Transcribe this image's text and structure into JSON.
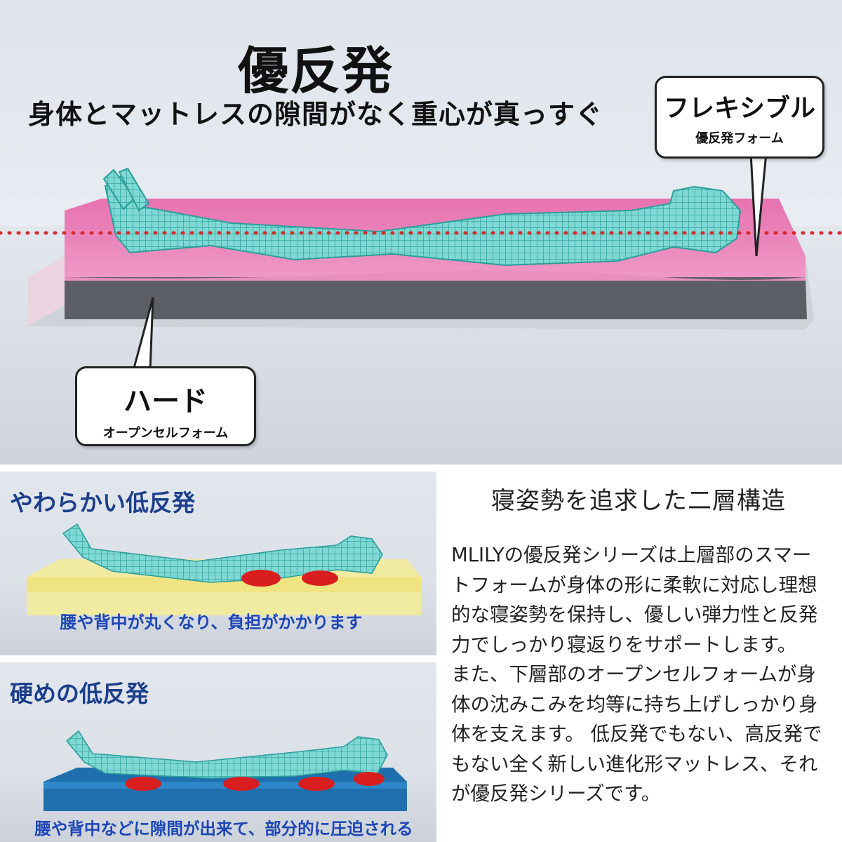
{
  "hero": {
    "title": "優反発",
    "subtitle": "身体とマットレスの隙間がなく重心が真っすぐ",
    "callout_flexible": {
      "title": "フレキシブル",
      "subtitle": "優反発フォーム"
    },
    "callout_hard": {
      "title": "ハード",
      "subtitle": "オープンセルフォーム"
    },
    "colors": {
      "top_layer": "#e57aaf",
      "base_layer": "#5d5f66",
      "body_mesh": "#3fb9b5",
      "dotted_line": "#d42a2a"
    }
  },
  "soft_panel": {
    "title": "やわらかい低反発",
    "caption": "腰や背中が丸くなり、負担がかかります",
    "colors": {
      "mattress": "#f3ec99"
    }
  },
  "firm_panel": {
    "title": "硬めの低反発",
    "caption": "腰や背中などに隙間が出来て、部分的に圧迫される",
    "colors": {
      "mattress": "#1f6fae"
    }
  },
  "description": {
    "title": "寝姿勢を追求した二層構造",
    "paragraph1": "MLILYの優反発シリーズは上層部のスマートフォームが身体の形に柔軟に対応し理想的な寝姿勢を保持し、優しい弾力性と反発力でしっかり寝返りをサポートします。",
    "paragraph2": "また、下層部のオープンセルフォームが身体の沈みこみを均等に持ち上げしっかり身体を支えます。 低反発でもない、高反発でもない全く新しい進化形マットレス、それが優反発シリーズです。"
  }
}
